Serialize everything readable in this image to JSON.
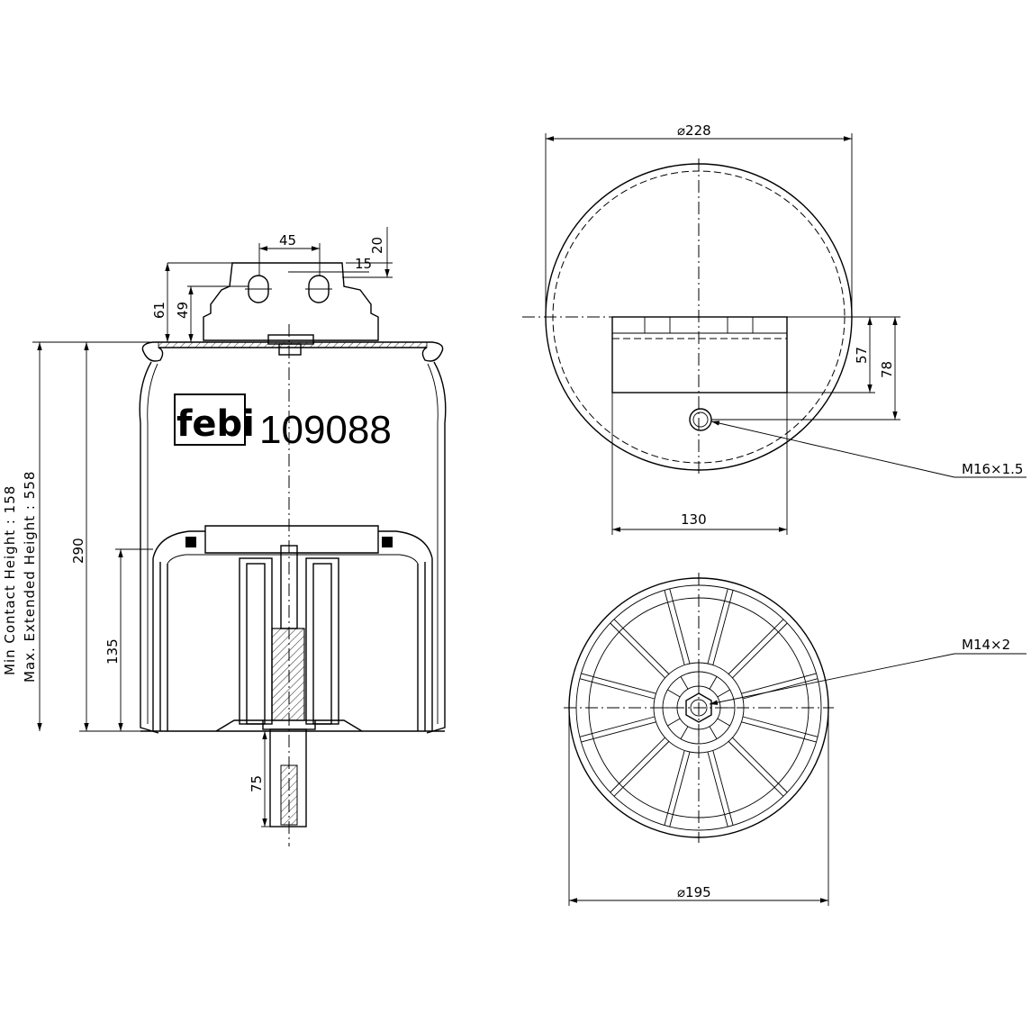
{
  "brand": {
    "logo_text": "febi",
    "part_number": "109088"
  },
  "notes": {
    "min_contact_height": "Min Contact Height : 158",
    "max_extended_height": "Max. Extended Height : 558"
  },
  "dimensions": {
    "d45": "45",
    "d20": "20",
    "d15": "15",
    "d61": "61",
    "d49": "49",
    "d290": "290",
    "d135": "135",
    "d75": "75",
    "dia228": "⌀228",
    "d57": "57",
    "d78": "78",
    "d130": "130",
    "dia195": "⌀195"
  },
  "callouts": {
    "thread_top": "M16×1.5",
    "thread_bottom": "M14×2"
  }
}
